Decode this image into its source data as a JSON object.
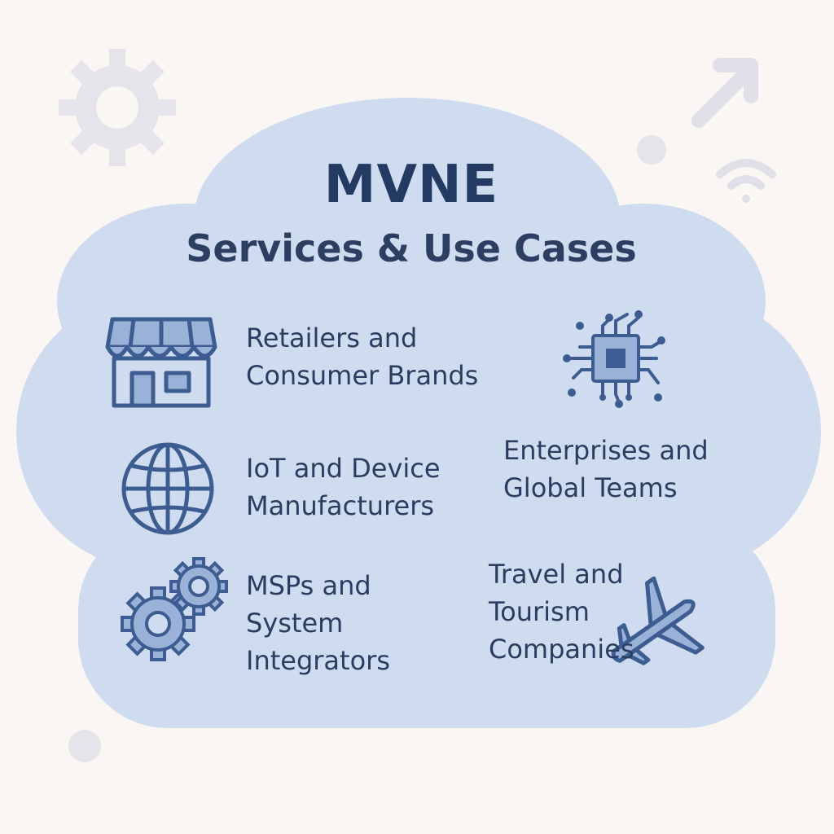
{
  "diagram": {
    "title": "MVNE",
    "subtitle": "Services & Use Cases",
    "use_cases": [
      {
        "line1": "Retailers and",
        "line2": "Consumer Brands",
        "icon": "storefront-icon"
      },
      {
        "line1": "",
        "line2": "",
        "icon": "circuit-chip-icon"
      },
      {
        "line1": "IoT and Device",
        "line2": "Manufacturers",
        "icon": "globe-icon"
      },
      {
        "line1": "Enterprises and",
        "line2": "Global Teams",
        "icon": ""
      },
      {
        "line1": "MSPs and",
        "line2": "System",
        "line3": "Integrators",
        "icon": "gears-icon"
      },
      {
        "line1": "Travel and",
        "line2": "Tourism",
        "line3": "Companies",
        "icon": "airplane-icon"
      }
    ]
  },
  "background_icons": [
    "gear-icon",
    "arrow-up-right-icon",
    "wifi-icon",
    "dot-icon"
  ],
  "colors": {
    "page_background": "#f9f6f3",
    "cloud_fill": "#cfdcef",
    "text_dark": "#233a63",
    "icon_stroke": "#3d5d92",
    "icon_fill": "#9bb2d8",
    "decor_gray": "#e3e3ea"
  }
}
